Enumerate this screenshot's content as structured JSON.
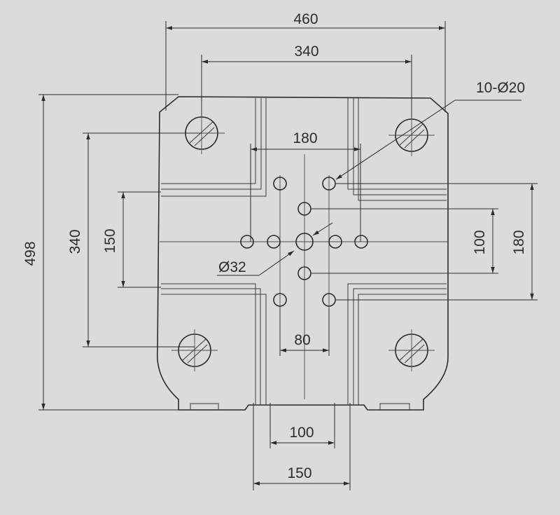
{
  "labels": {
    "overall_width": "460",
    "tie_bar_width": "340",
    "hole_callout": "10-Ø20",
    "inner_span_180_top": "180",
    "overall_height": "498",
    "tie_bar_height": "340",
    "left_150": "150",
    "right_100": "100",
    "right_180": "180",
    "center_hole": "Ø32",
    "bottom_80": "80",
    "bottom_100": "100",
    "bottom_150": "150"
  },
  "colors": {
    "background": "#d9dbdc",
    "line": "#2a2b2e"
  }
}
